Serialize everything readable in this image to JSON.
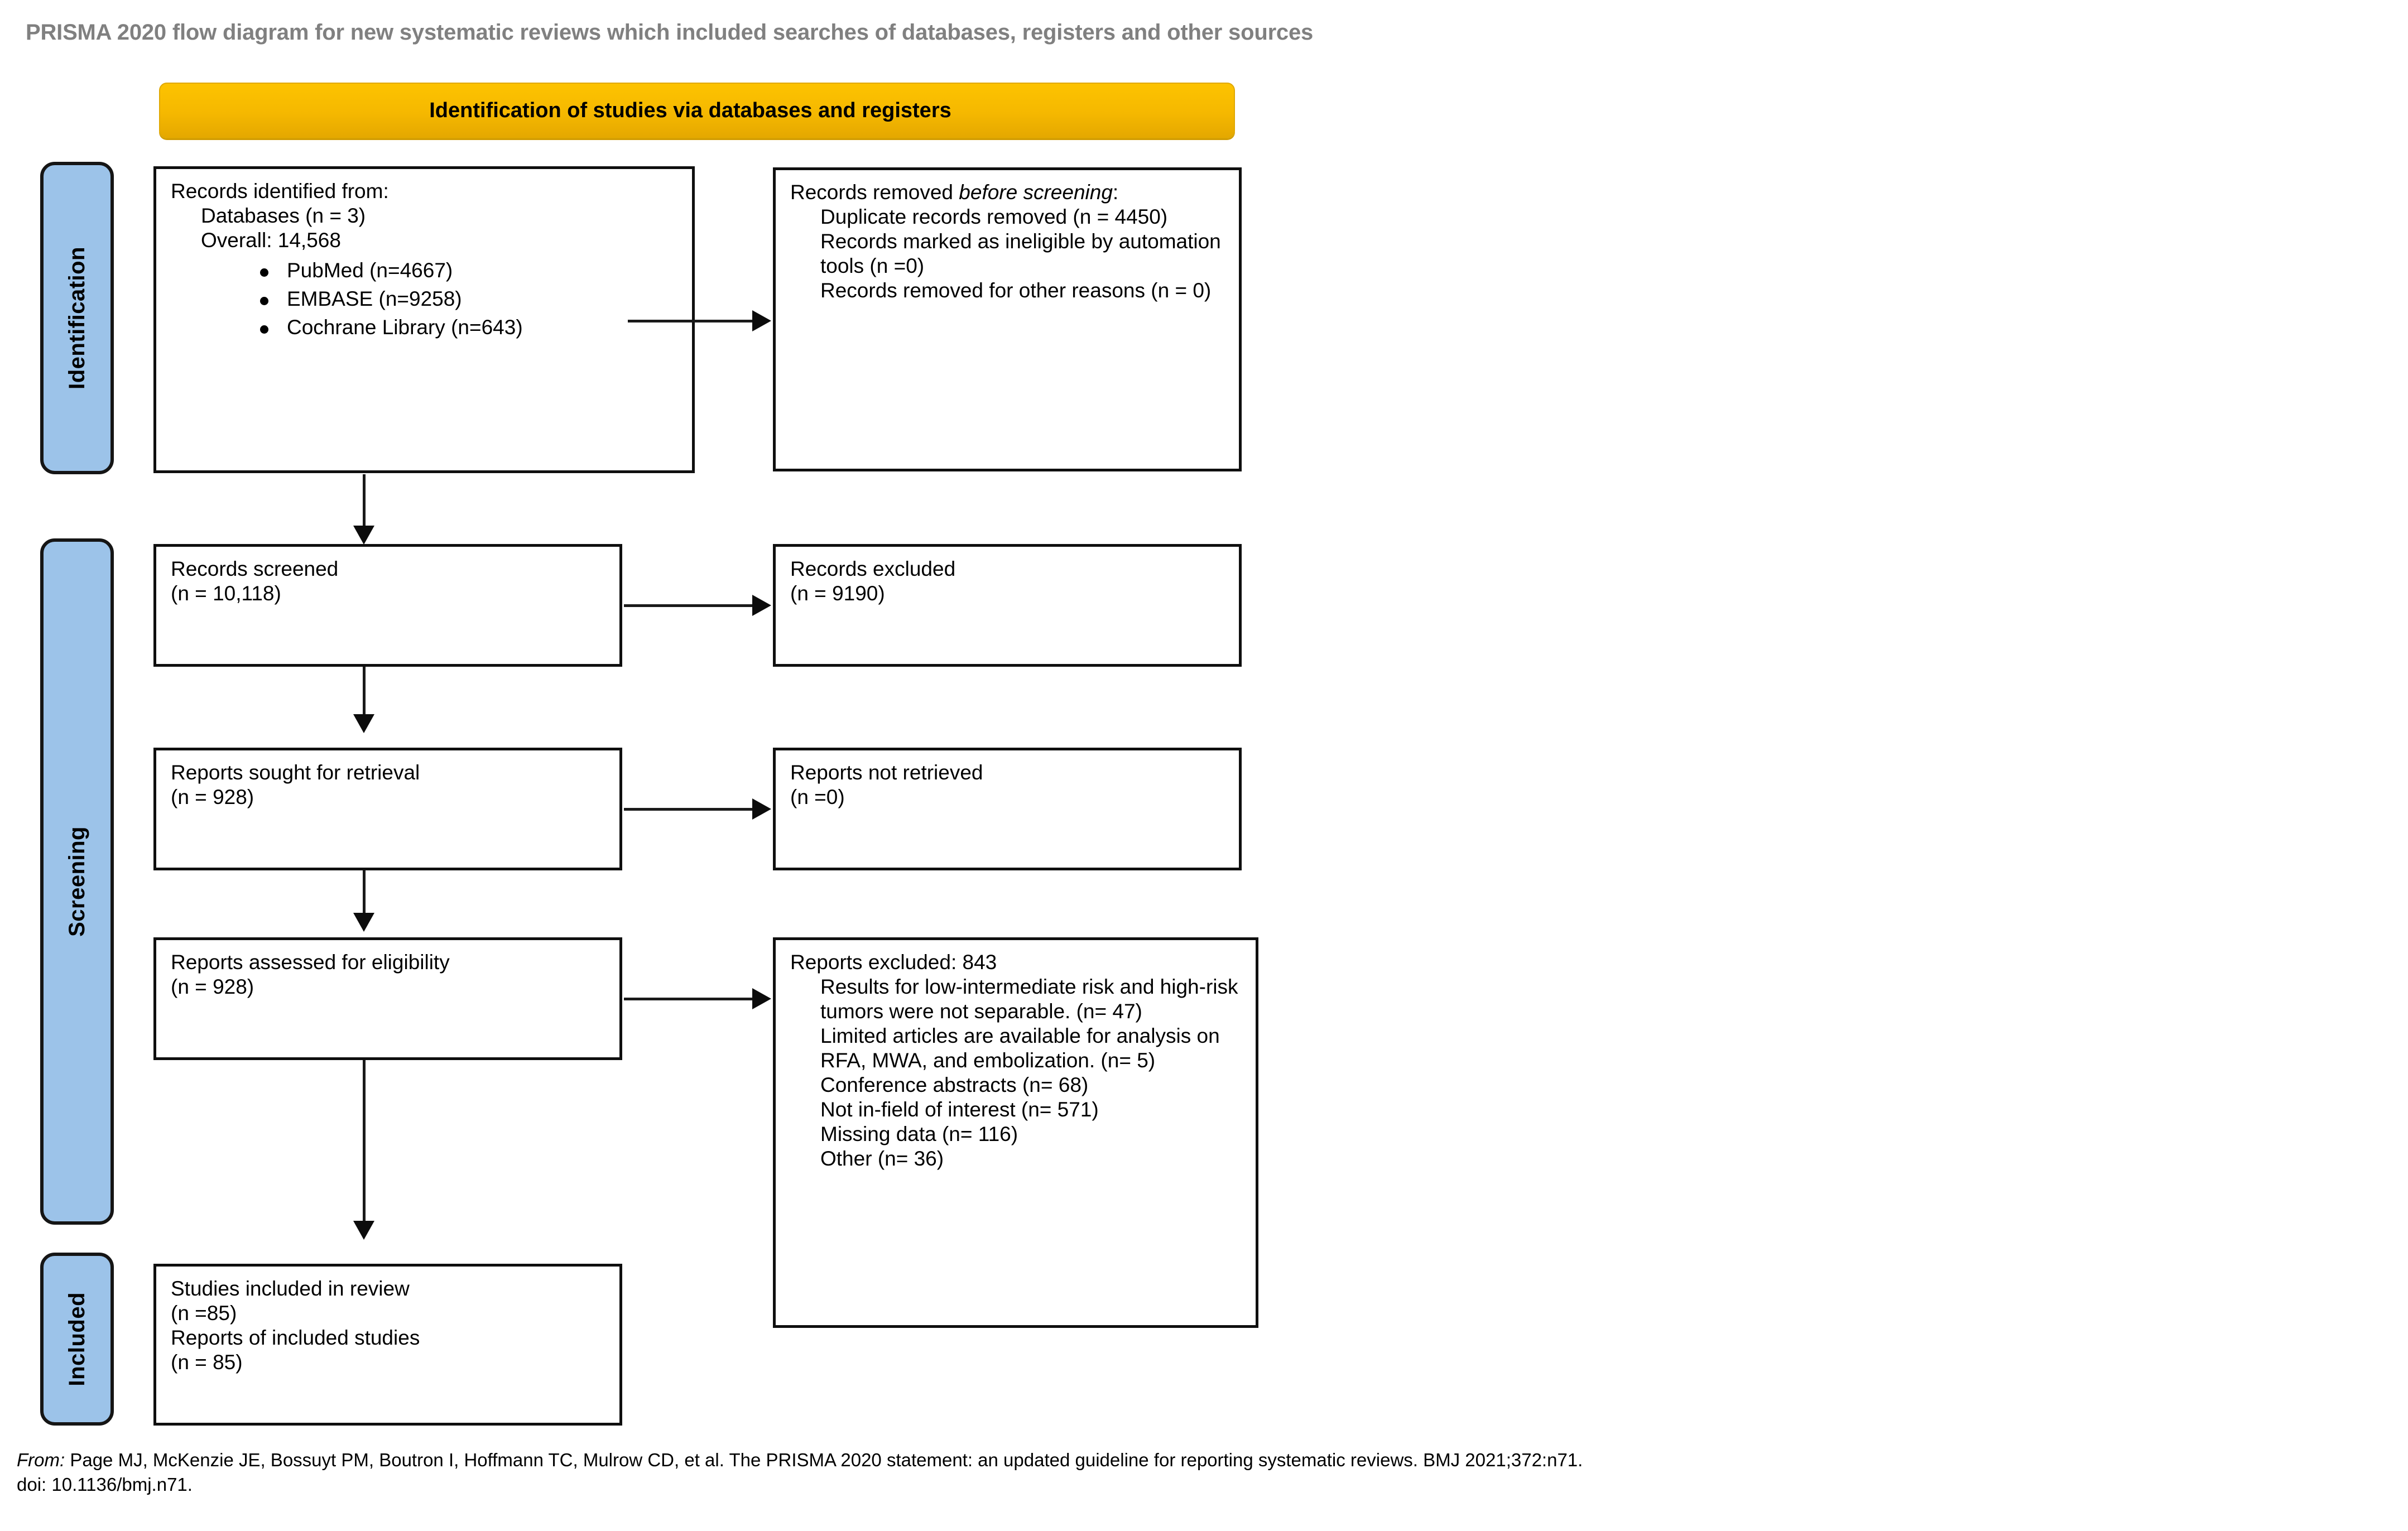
{
  "header": {
    "title": "PRISMA 2020 flow diagram for new systematic reviews which included searches of databases, registers and other sources"
  },
  "banner": {
    "label": "Identification of studies via databases and registers"
  },
  "stages": [
    {
      "id": "identification",
      "label": "Identification"
    },
    {
      "id": "screening",
      "label": "Screening"
    },
    {
      "id": "included",
      "label": "Included"
    }
  ],
  "boxes": {
    "identified": {
      "line1": "Records identified from:",
      "line2": "Databases (n = 3)",
      "line3": "Overall: 14,568",
      "bullets": [
        "PubMed (n=4667)",
        "EMBASE (n=9258)",
        "Cochrane Library (n=643)"
      ]
    },
    "removed": {
      "title_a": "Records removed ",
      "title_em": "before screening",
      "title_b": ":",
      "items": [
        "Duplicate records removed (n = 4450)",
        "Records marked as ineligible by automation tools (n =0)",
        "Records removed for other reasons (n = 0)"
      ]
    },
    "screened": {
      "line1": "Records screened",
      "line2": "(n = 10,118)"
    },
    "excluded": {
      "line1": "Records excluded",
      "line2": "(n = 9190)"
    },
    "sought": {
      "line1": "Reports sought for retrieval",
      "line2": "(n = 928)"
    },
    "not_retrieved": {
      "line1": "Reports not retrieved",
      "line2": "(n =0)"
    },
    "assessed": {
      "line1": "Reports assessed for eligibility",
      "line2": "(n = 928)"
    },
    "reports_excluded": {
      "title": "Reports excluded: 843",
      "reasons": [
        "Results for low-intermediate risk and high-risk tumors were not separable. (n= 47)",
        "Limited articles are available for analysis on RFA, MWA, and embolization. (n= 5)",
        "Conference abstracts (n= 68)",
        "Not in-field of interest (n= 571)",
        "Missing data (n= 116)",
        "Other (n= 36)"
      ]
    },
    "included": {
      "line1": "Studies included in review",
      "line2": "(n =85)",
      "line3": "Reports of included studies",
      "line4": "(n = 85)"
    }
  },
  "footer": {
    "from_label": "From:",
    "citation": "  Page MJ, McKenzie JE, Bossuyt PM, Boutron I, Hoffmann TC, Mulrow CD, et al. The PRISMA 2020 statement: an updated guideline for reporting systematic reviews. BMJ 2021;372:n71.",
    "doi": "doi: 10.1136/bmj.n71."
  },
  "colors": {
    "banner": "#FDC300",
    "stage_bar": "#9CC3E9",
    "title_text": "#808080",
    "box_border": "#0F0F0F"
  }
}
